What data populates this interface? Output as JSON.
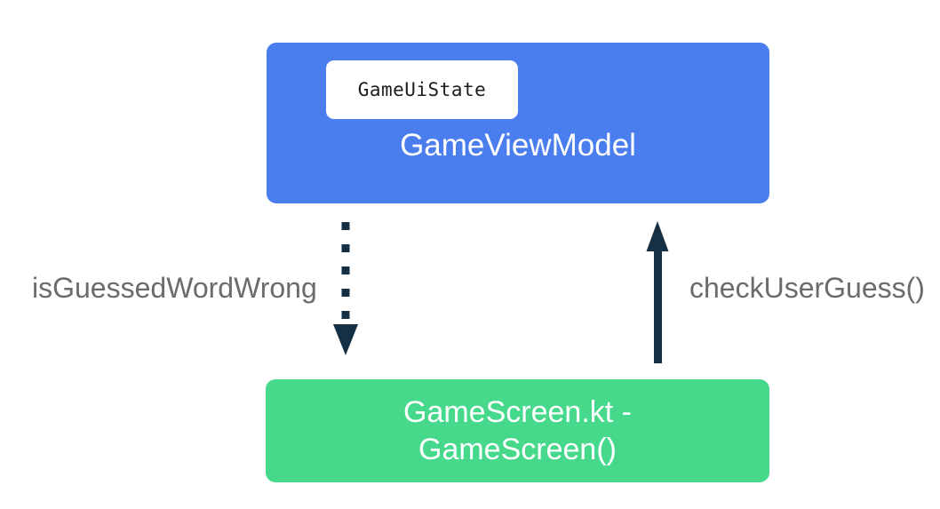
{
  "diagram": {
    "type": "flow-diagram",
    "background_color": "#ffffff",
    "nodes": [
      {
        "id": "viewmodel",
        "label": "GameViewModel",
        "chip_label": "GameUiState",
        "color": "#4a7ded",
        "text_color": "#ffffff",
        "chip_color": "#ffffff",
        "chip_text_color": "#1d1d1d"
      },
      {
        "id": "screen",
        "label": "GameScreen.kt -\nGameScreen()",
        "color": "#46d98c",
        "text_color": "#ffffff"
      }
    ],
    "edges": [
      {
        "id": "state-flow",
        "label": "isGuessedWordWrong",
        "style": "dotted",
        "direction": "down",
        "from": "viewmodel",
        "to": "screen",
        "color": "#153044",
        "label_color": "#6b6b6b"
      },
      {
        "id": "event-flow",
        "label": "checkUserGuess()",
        "style": "solid",
        "direction": "up",
        "from": "screen",
        "to": "viewmodel",
        "color": "#153044",
        "label_color": "#6b6b6b"
      }
    ]
  }
}
